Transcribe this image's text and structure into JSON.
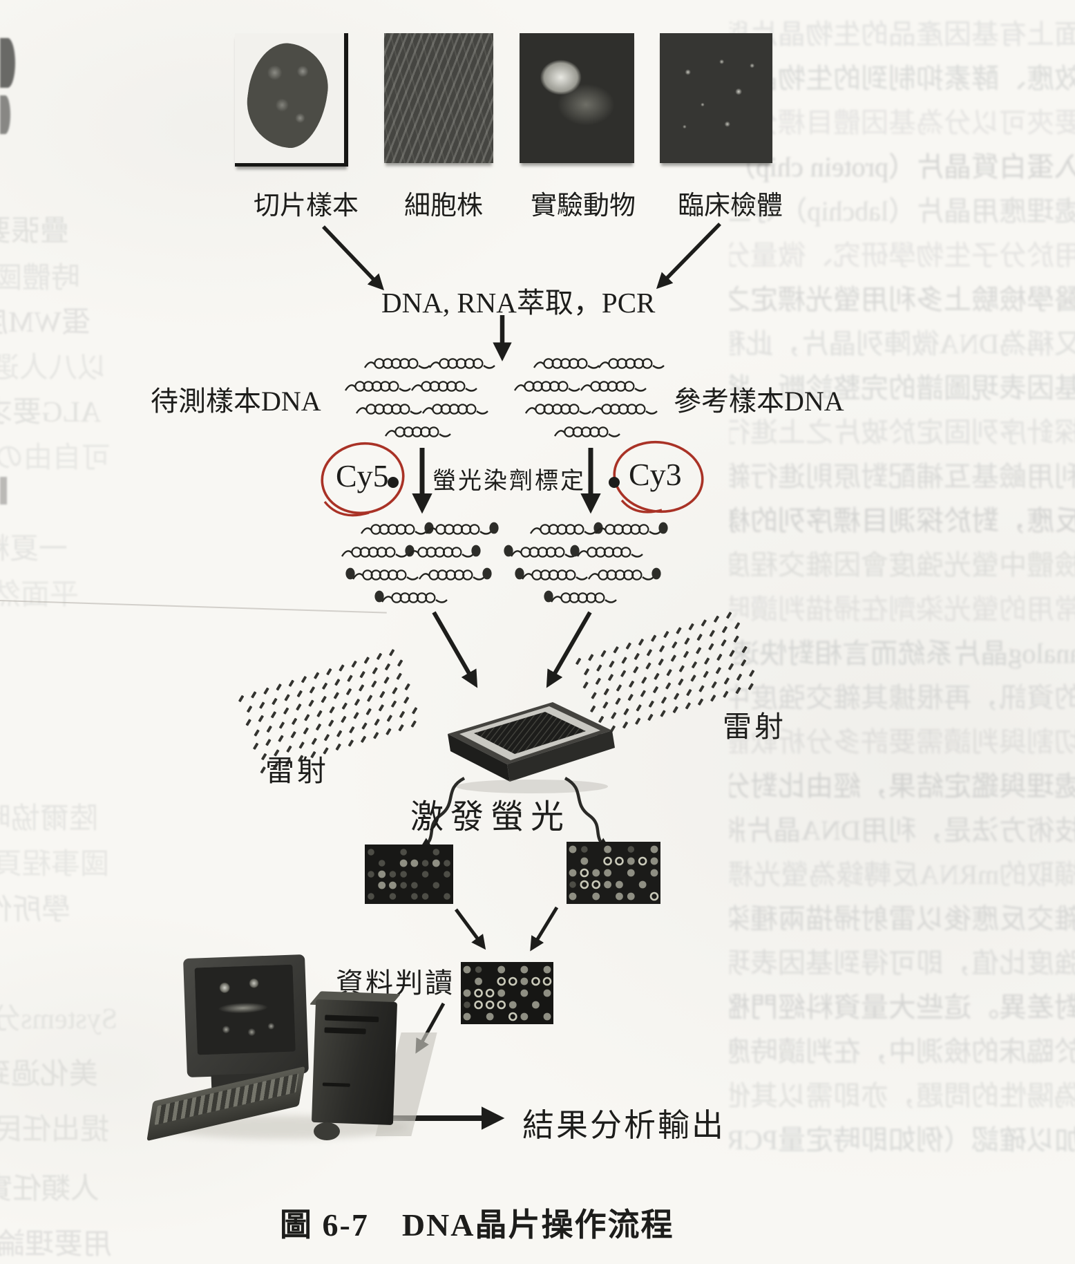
{
  "figure": {
    "caption": "圖 6-7　DNA晶片操作流程",
    "labels": {
      "sample1": "切片樣本",
      "sample2": "細胞株",
      "sample3": "實驗動物",
      "sample4": "臨床檢體",
      "extraction": "DNA, RNA萃取，PCR",
      "test_dna": "待測樣本DNA",
      "reference_dna": "參考樣本DNA",
      "dye_left": "Cy5",
      "dye_right": "Cy3",
      "labeling": "螢光染劑標定",
      "laser_left": "雷射",
      "laser_right": "雷射",
      "excitation": "激發螢光",
      "data_reading": "資料判讀",
      "result_output": "結果分析輸出"
    },
    "colors": {
      "ink": "#1d1d1b",
      "red_pen": "#a93226",
      "paper": "#f8f7f3"
    }
  },
  "background": {
    "bleed_right_lines": [
      "面上有基因產品的生物晶片與",
      "效應、酵素抑制到的生物晶片發",
      "要夾可以分為基因體目標分析",
      "入蛋白質晶片（protein chip）與資",
      "處理應用晶片（labchip）等三大類",
      "用於分子生物學研究、微量分析",
      "醫學檢驗上多利用螢光標定之",
      "又稱為DNA微陣列晶片，此種",
      "基因表現圖譜的完整診斷，將",
      "探針序列固定於玻片之上進行",
      "利用鹼基互補配對原則進行雜",
      "反應，對於探測目標序列的樣本",
      "檢體中螢光強度會因雜交程度",
      "常用的螢光染劑在掃描判讀時",
      "analog晶片系統而言相對快速的",
      "的資訊，再根據其雜交強度中所",
      "切割與判讀需要許多分析軟體",
      "處理與鑑定結果，經由比對分析 T 細",
      "技術方法是，利用DNA晶片將樣",
      "擷取的mRNA反轉錄為螢光標記",
      "雜交反應後以雷射掃描兩種染劑",
      "強度比值，即可得到基因表現的相",
      "對差異。這些大量資料經門檻篩選",
      "於臨床的檢測中，在判讀時應注意",
      "偽陽性的問題，亦即需以其他方法",
      "加以確認（例如即時定量PCR），再"
    ],
    "bleed_left_fragments": [
      "疊張要",
      "時體國",
      "蛋WM度",
      "以八人選",
      "ALG要求",
      "可自由の",
      "一夏料",
      "平面然",
      "陸爾協時",
      "國事程頁",
      "學所作",
      "Systems分",
      "美化過到",
      "提出任民",
      "人類任實",
      "用要理論"
    ]
  }
}
